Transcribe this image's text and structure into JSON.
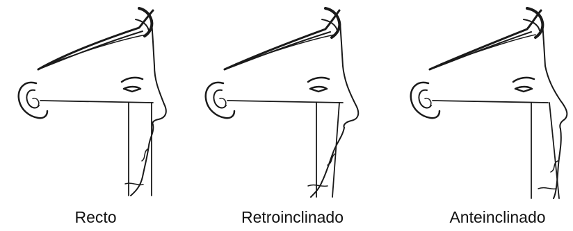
{
  "figure": {
    "panels": [
      {
        "id": "recto",
        "label": "Recto"
      },
      {
        "id": "retroinclinado",
        "label": "Retroinclinado"
      },
      {
        "id": "anteinclinado",
        "label": "Anteinclinado"
      }
    ],
    "colors": {
      "line": "#1a1a1a",
      "background": "#ffffff"
    }
  }
}
